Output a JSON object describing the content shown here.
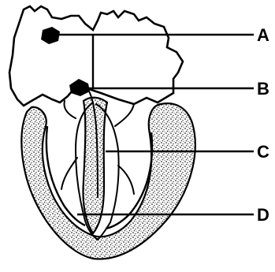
{
  "diagram": {
    "labels": {
      "a": "A",
      "b": "B",
      "c": "C",
      "d": "D"
    },
    "colors": {
      "ink": "#000000",
      "paper": "#ffffff",
      "stipple": "#555555"
    }
  }
}
